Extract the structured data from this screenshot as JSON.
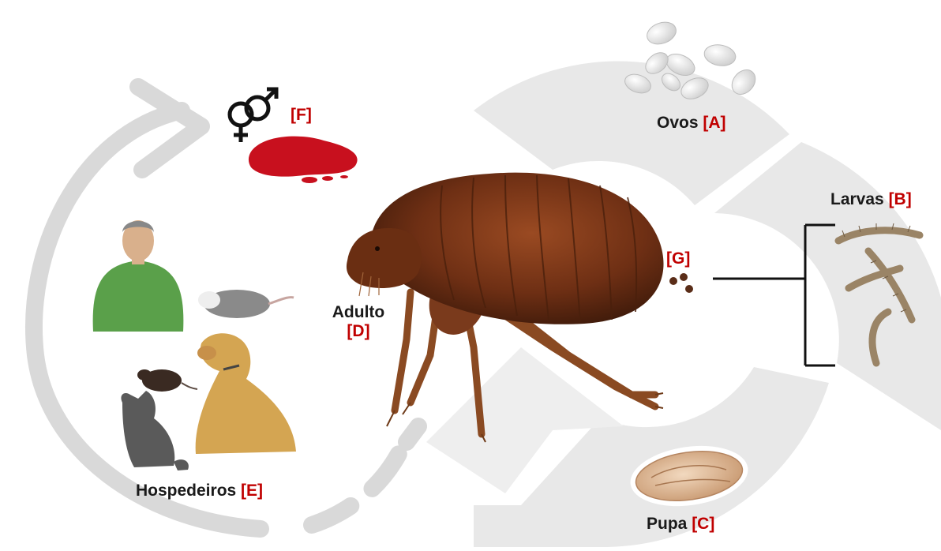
{
  "labels": {
    "eggs": {
      "text": "Ovos",
      "code": "[A]"
    },
    "larvae": {
      "text": "Larvas",
      "code": "[B]"
    },
    "pupa": {
      "text": "Pupa",
      "code": "[C]"
    },
    "adult": {
      "text": "Adulto",
      "code": "[D]"
    },
    "hosts": {
      "text": "Hospedeiros",
      "code": "[E]"
    },
    "mating": {
      "code": "[F]"
    },
    "feces": {
      "code": "[G]"
    }
  },
  "icons": {
    "mating_symbol": "male-female-icon",
    "blood": "blood-pool-icon",
    "flea": "flea-icon",
    "eggs": "eggs-icon",
    "larvae": "larvae-icon",
    "pupa": "pupa-icon",
    "feces": "feces-icon",
    "human": "human-icon",
    "opossum": "opossum-icon",
    "rat": "rat-icon",
    "cat": "cat-icon",
    "dog": "dog-icon"
  },
  "colors": {
    "cycle_gray": "#e6e6e6",
    "arrow_gray": "#d9d9d9",
    "code_red": "#c00000",
    "flea_brown": "#7a3a1c",
    "blood_red": "#c8101e"
  }
}
